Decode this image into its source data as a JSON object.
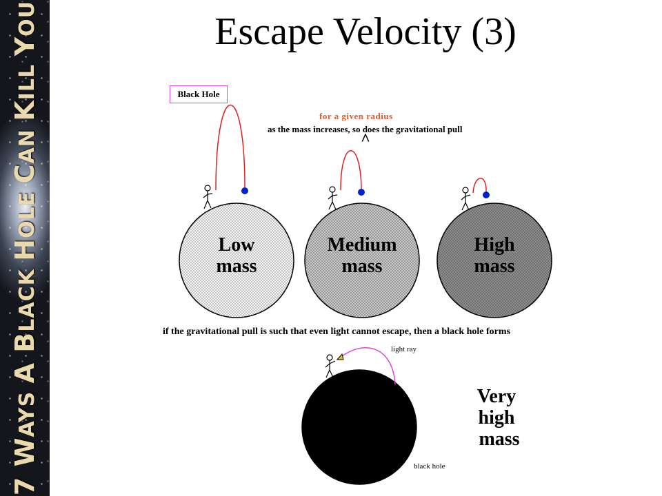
{
  "slide": {
    "title": "Escape Velocity (3)",
    "sidebar_text": {
      "first": "7 W",
      "rest1": "AYS ",
      "a": "A ",
      "b": "B",
      "rest2": "LACK ",
      "h": "H",
      "rest3": "OLE ",
      "c": "C",
      "rest4": "AN ",
      "k": "K",
      "rest5": "ILL ",
      "y": "Y",
      "rest6": "OU"
    }
  },
  "diagram": {
    "black_hole_label": "Black Hole",
    "radius_note": "for a given radius",
    "caret": "^",
    "mass_note": "as the mass increases, so does the gravitational pull",
    "low_mass": {
      "line1": "Low",
      "line2": "mass"
    },
    "medium_mass": {
      "line1": "Medium",
      "line2": "mass"
    },
    "high_mass": {
      "line1": "High",
      "line2": "mass"
    },
    "condition": "if the gravitational pull is such that even light cannot escape, then a black hole forms",
    "light_ray": "light ray",
    "black_hole": "black hole",
    "very_high_mass": {
      "line1": "Very",
      "line2": "high",
      "line3": "mass"
    }
  },
  "colors": {
    "trajectory": "#e02020",
    "ball": "#0022cc",
    "light_ray": "#e040e0",
    "low_fill": "#eeeeee",
    "medium_fill": "#b0b0b0",
    "high_fill": "#7a7a7a",
    "black_hole_fill": "#000000",
    "note_accent": "#e05a2a"
  }
}
